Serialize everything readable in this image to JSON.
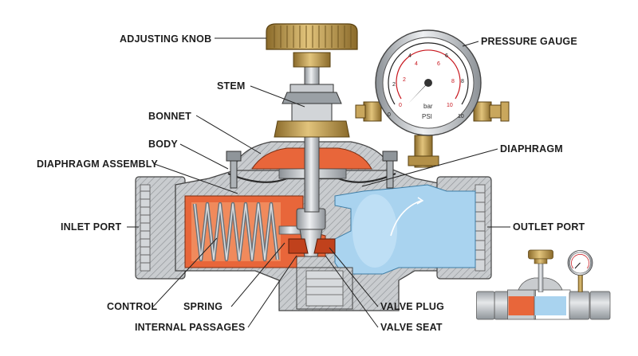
{
  "labels": {
    "adjusting_knob": "ADJUSTING KNOB",
    "stem": "STEM",
    "bonnet": "BONNET",
    "body": "BODY",
    "diaphragm_assembly": "DIAPHRAGM ASSEMBLY",
    "inlet_port": "INLET PORT",
    "control": "CONTROL",
    "spring": "SPRING",
    "internal_passages": "INTERNAL PASSAGES",
    "pressure_gauge": "PRESSURE GAUGE",
    "diaphragm": "DIAPHRAGM",
    "outlet_port": "OUTLET PORT",
    "valve_plug": "VALVE PLUG",
    "valve_seat": "VALVE SEAT"
  },
  "gauge": {
    "outer_scale": [
      "0",
      "2",
      "4",
      "6",
      "8",
      "10"
    ],
    "inner_scale": [
      "0",
      "2",
      "4",
      "6",
      "8",
      "10"
    ],
    "unit_bar": "bar",
    "unit_psi": "PSI"
  },
  "colors": {
    "body_gray": "#c9cccf",
    "hatch": "#8e9296",
    "upstream_orange": "#e8663a",
    "downstream_blue": "#a9d3ef",
    "brass": "#b8944a",
    "gauge_red": "#c8161d"
  }
}
